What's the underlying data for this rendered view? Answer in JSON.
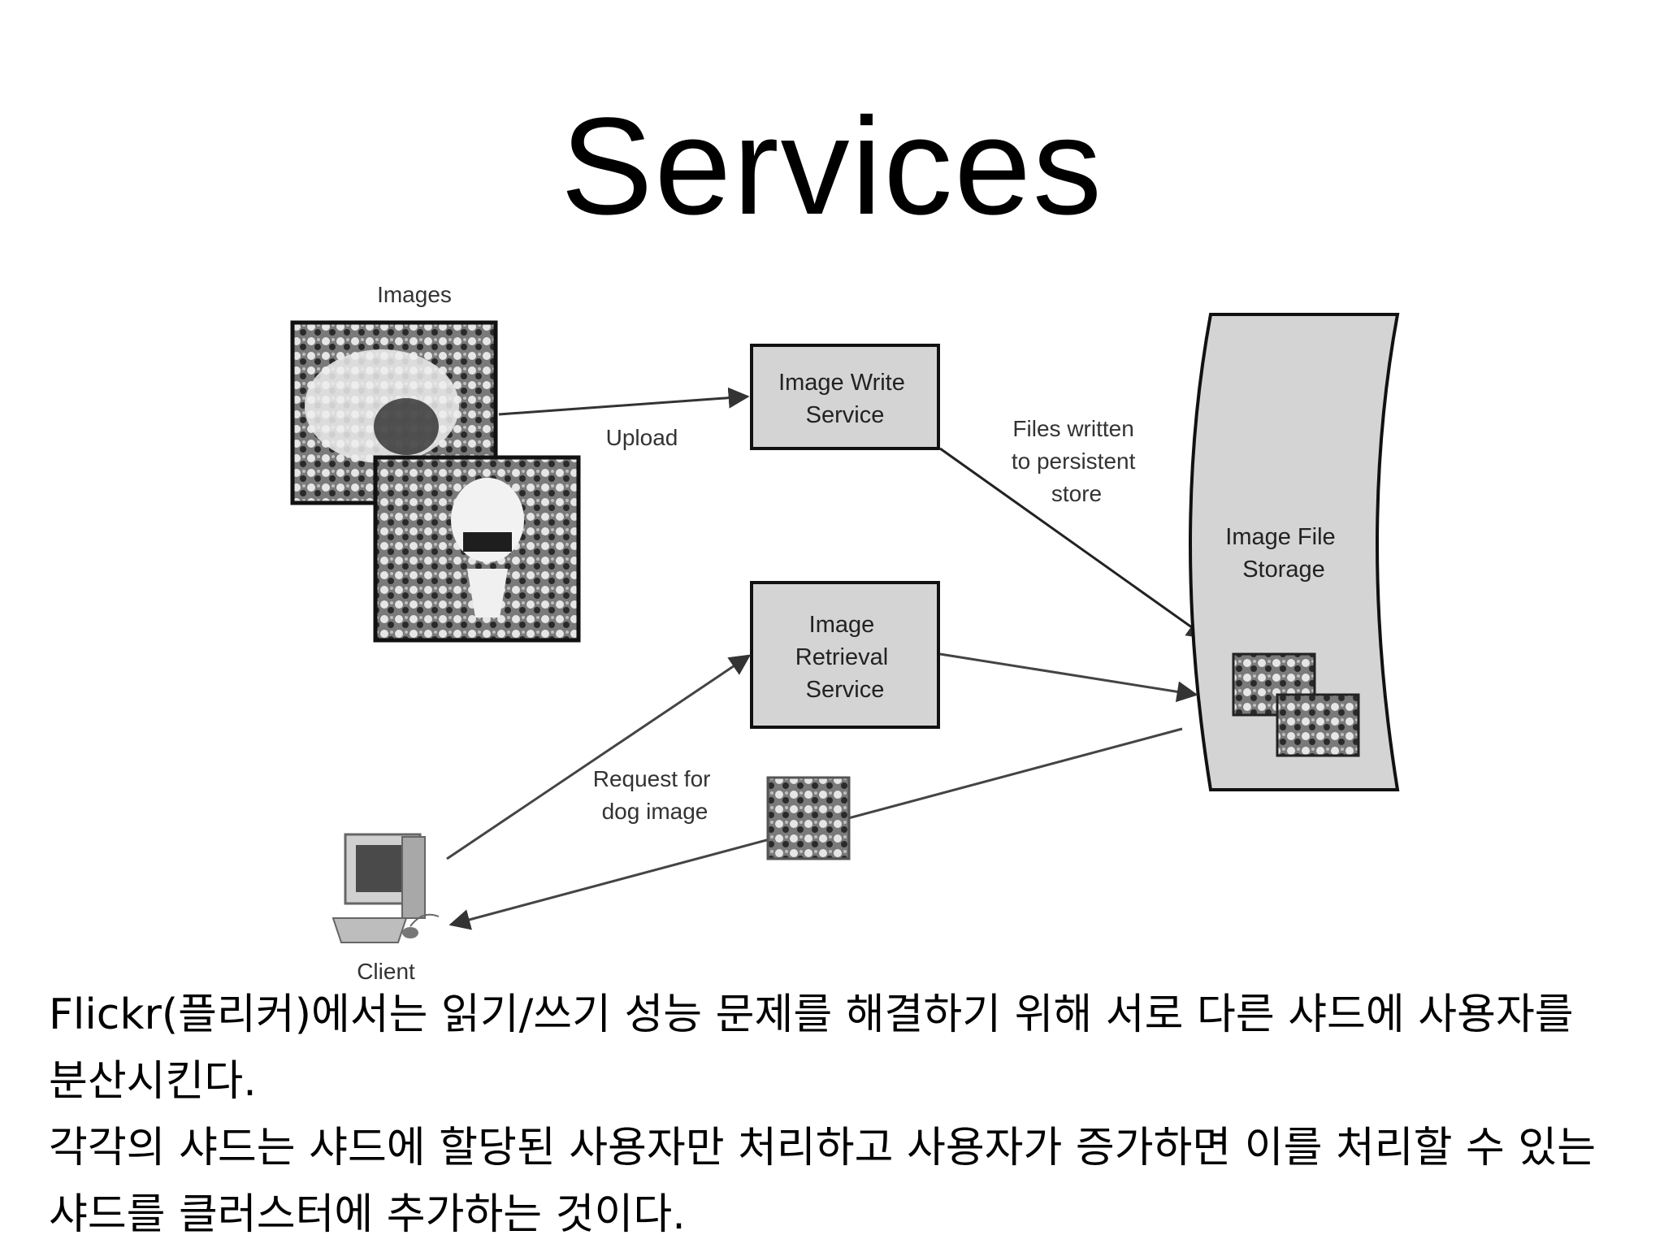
{
  "title": "Services",
  "diagram": {
    "images_label": "Images",
    "upload_label": "Upload",
    "write_service_lines": [
      "Image Write",
      "Service"
    ],
    "retrieval_service_lines": [
      "Image",
      "Retrieval",
      "Service"
    ],
    "files_written_lines": [
      "Files written",
      "to persistent",
      "store"
    ],
    "storage_lines": [
      "Image File",
      "Storage"
    ],
    "request_lines": [
      "Request for",
      "dog image"
    ],
    "client_label": "Client"
  },
  "body": {
    "paragraph1": "Flickr(플리커)에서는 읽기/쓰기 성능 문제를 해결하기 위해 서로 다른 샤드에 사용자를 분산시킨다.",
    "paragraph2": "각각의 샤드는 샤드에 할당된 사용자만 처리하고 사용자가 증가하면 이를 처리할 수 있는 샤드를 클러스터에 추가하는 것이다."
  },
  "colors": {
    "box_fill": "#d4d4d4",
    "line": "#444444",
    "photo_fill": "#6f6f6f"
  }
}
